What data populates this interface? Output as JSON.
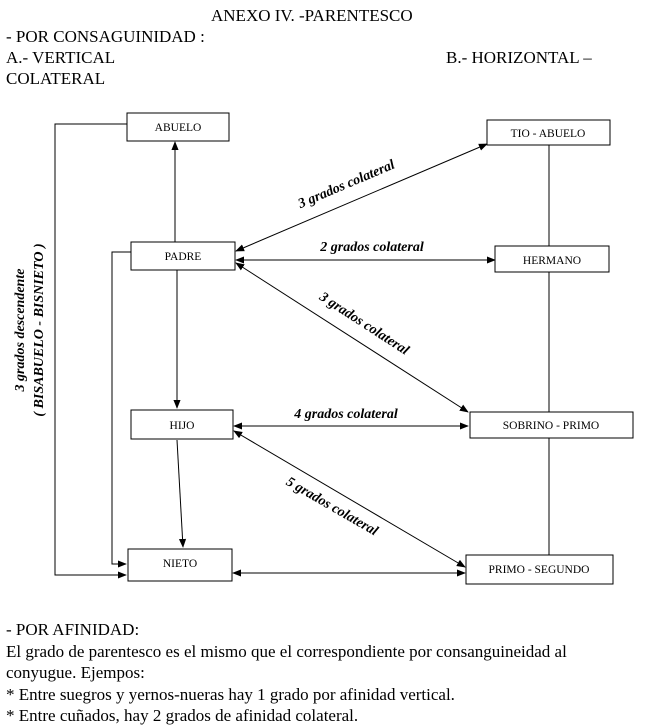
{
  "header": {
    "title": "ANEXO  IV. -PARENTESCO",
    "subtitle": "- POR CONSAGUINIDAD :",
    "label_a": "A.- VERTICAL",
    "label_b": "B.- HORIZONTAL –",
    "label_c": "COLATERAL"
  },
  "nodes": {
    "abuelo": "ABUELO",
    "padre": "PADRE",
    "hijo": "HIJO",
    "nieto": "NIETO",
    "tio_abuelo": "TIO - ABUELO",
    "hermano": "HERMANO",
    "sobrino_primo": "SOBRINO - PRIMO",
    "primo_segundo": "PRIMO - SEGUNDO"
  },
  "edges": {
    "padre_tio": "3 grados colateral",
    "padre_hermano": "2 grados colateral",
    "padre_sobrino": "3 grados colateral",
    "hijo_sobrino": "4 grados colateral",
    "hijo_primo": "5 grados colateral"
  },
  "vertical_label": {
    "line1": "3 grados descendente",
    "line2": "( BISABUELO - BISNIETO )"
  },
  "footer": {
    "heading": "- POR AFINIDAD:",
    "line1": "El grado de parentesco es el mismo que el correspondiente por consanguineidad al",
    "line2": "conyugue. Ejempos:",
    "line3": "* Entre suegros y yernos-nueras hay 1 grado por afinidad vertical.",
    "line4": "* Entre cuñados, hay 2 grados de afinidad colateral."
  }
}
